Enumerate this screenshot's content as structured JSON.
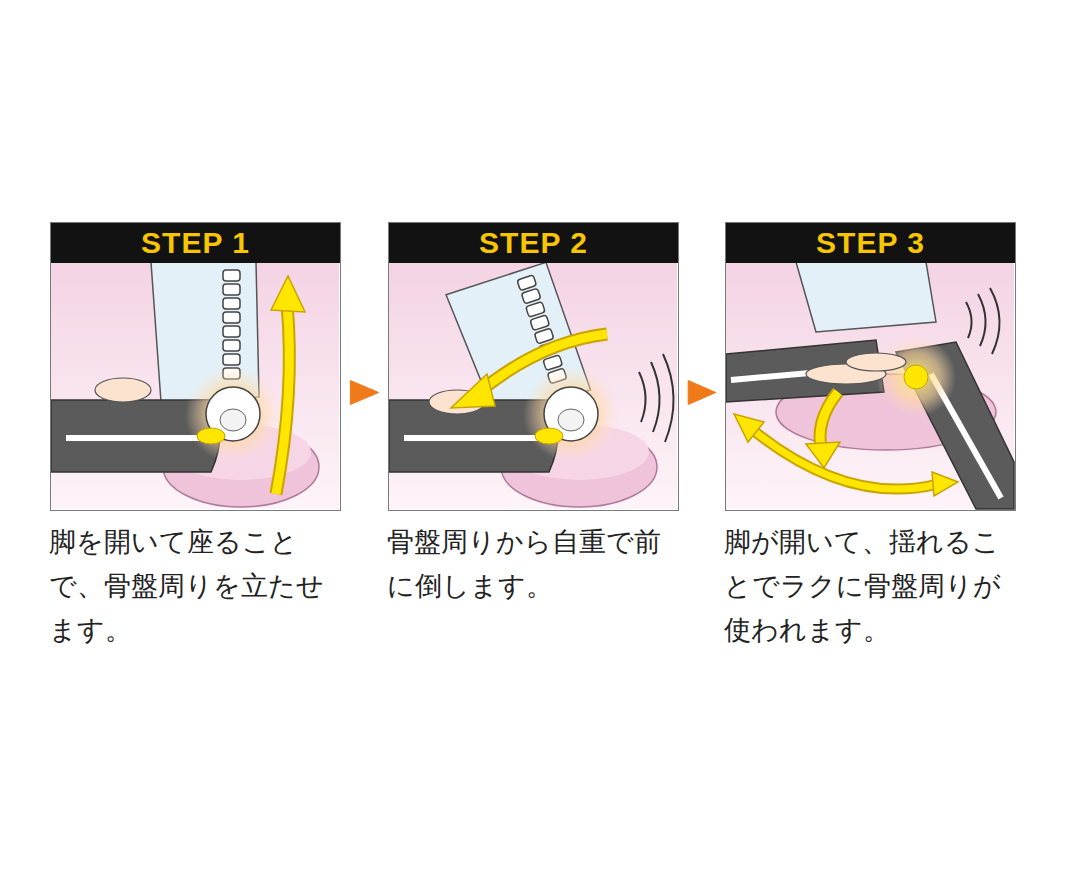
{
  "diagram": {
    "nodes": [
      {
        "text": [
          "STEP 1",
          "脚を開いて座ることで、骨盤周りを立たせます。"
        ]
      },
      {
        "text": [
          "STEP 2",
          "骨盤周りから自重で前に倒します。"
        ]
      },
      {
        "text": [
          "STEP 3",
          "脚が開いて、揺れることでラクに骨盤周りが使われます。"
        ]
      }
    ],
    "edges": [
      {
        "from": 0,
        "to": 1,
        "arrow": "to"
      },
      {
        "from": 1,
        "to": 2,
        "arrow": "to"
      }
    ]
  }
}
